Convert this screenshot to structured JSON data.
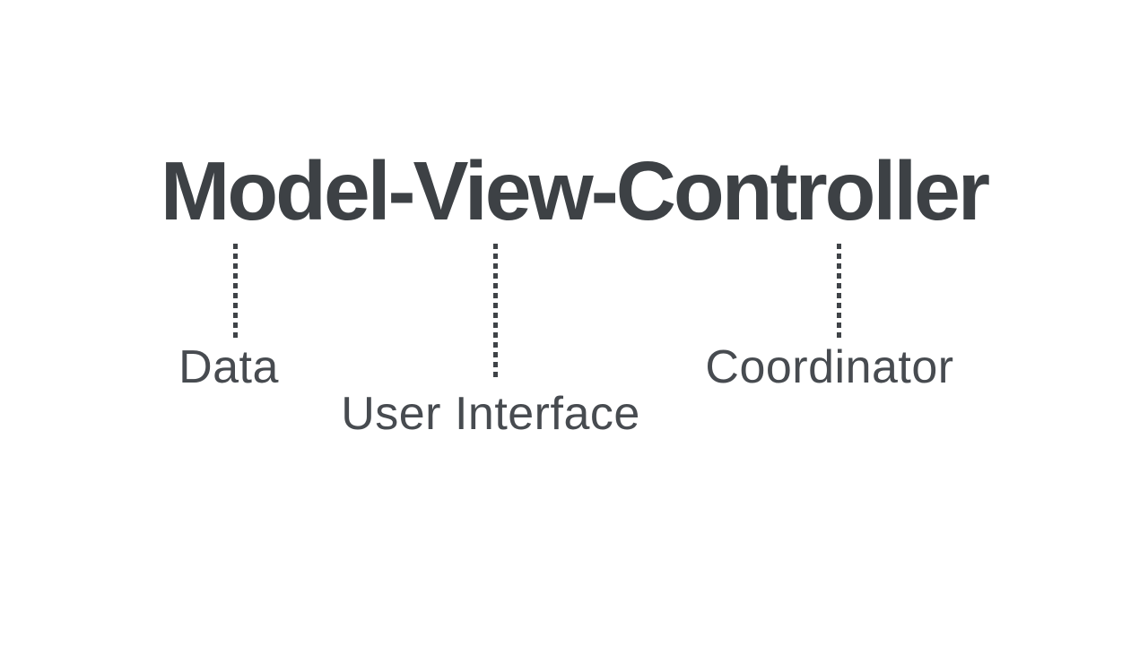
{
  "diagram": {
    "title": "Model-View-Controller",
    "annotations": [
      {
        "term": "Model",
        "label": "Data"
      },
      {
        "term": "View",
        "label": "User Interface"
      },
      {
        "term": "Controller",
        "label": "Coordinator"
      }
    ]
  },
  "colors": {
    "background": "#ffffff",
    "title_text": "#3d4145",
    "label_text": "#474b50",
    "connector_line": "#3f4347"
  }
}
